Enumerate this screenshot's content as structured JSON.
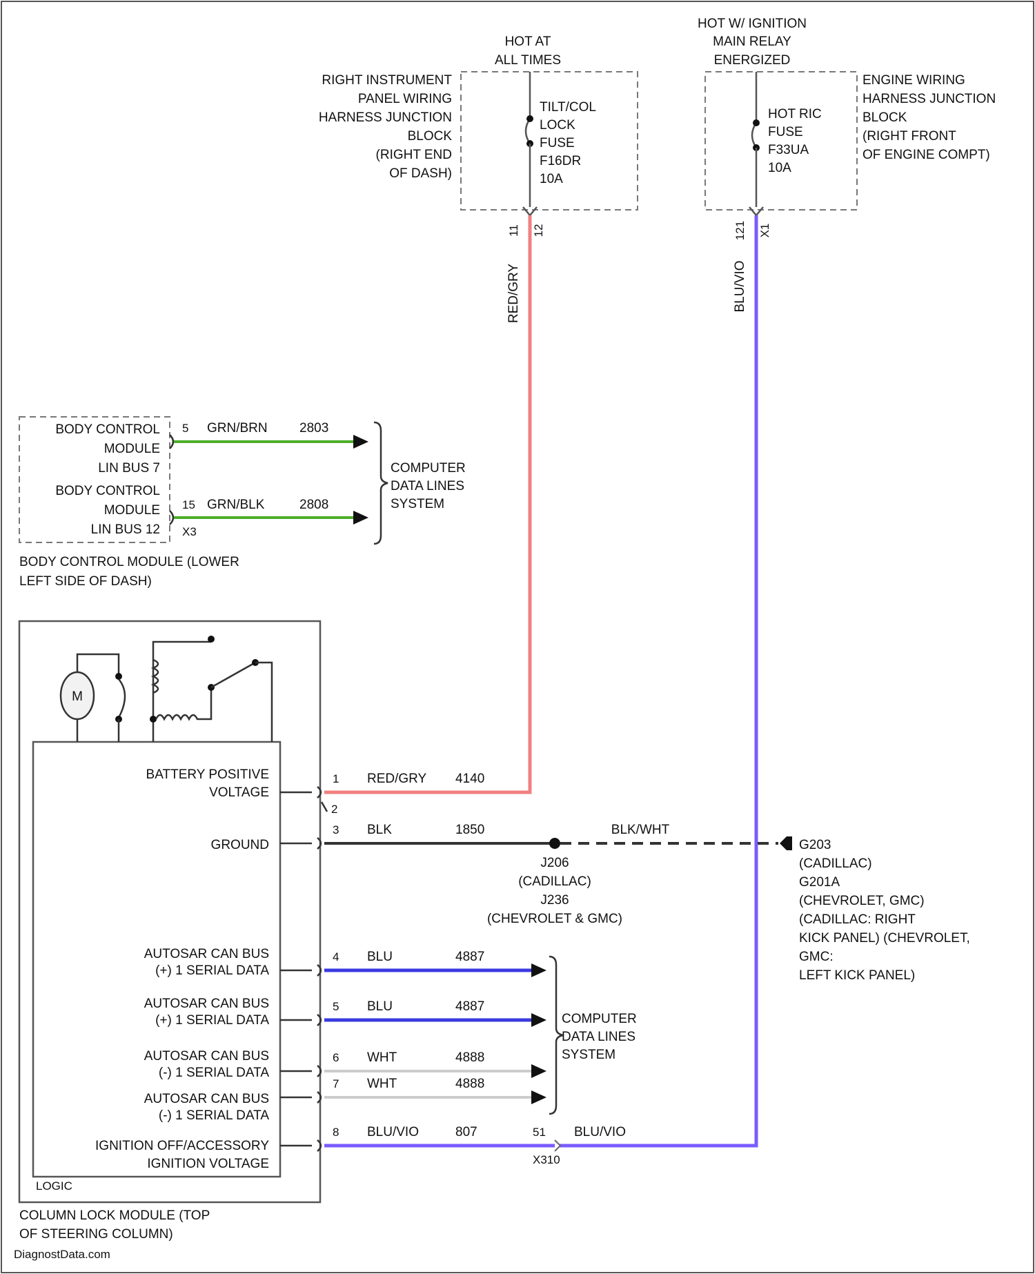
{
  "colors": {
    "red_wire": "#f08080",
    "purple_wire": "#7a5cff",
    "blue_wire": "#3a3ae0",
    "green_wire": "#4caf2a",
    "black_wire": "#333333",
    "white_wire": "#cccccc"
  },
  "fuse_tilt": {
    "header_lines": [
      "HOT AT",
      "ALL TIMES"
    ],
    "location_lines": [
      "RIGHT INSTRUMENT",
      "PANEL WIRING",
      "HARNESS JUNCTION",
      "BLOCK",
      "(RIGHT END",
      "OF DASH)"
    ],
    "fuse_lines": [
      "TILT/COL",
      "LOCK",
      "FUSE",
      "F16DR",
      "10A"
    ],
    "pin_left": "11",
    "pin_right": "12",
    "wire_label": "RED/GRY"
  },
  "fuse_hot": {
    "header_lines": [
      "HOT W/ IGNITION",
      "MAIN RELAY",
      "ENERGIZED"
    ],
    "location_lines": [
      "ENGINE WIRING",
      "HARNESS JUNCTION",
      "BLOCK",
      "(RIGHT FRONT",
      "OF ENGINE COMPT)"
    ],
    "fuse_lines": [
      "HOT RIC",
      "FUSE",
      "F33UA",
      "10A"
    ],
    "pin_left": "121",
    "pin_right": "X1",
    "wire_label": "BLU/VIO"
  },
  "bcm": {
    "box_lines_1": [
      "BODY CONTROL",
      "MODULE",
      "LIN BUS 7"
    ],
    "box_lines_2": [
      "BODY CONTROL",
      "MODULE",
      "LIN BUS 12"
    ],
    "wire1": {
      "pin": "5",
      "color": "GRN/BRN",
      "circuit": "2803"
    },
    "wire2": {
      "pin": "15",
      "color": "GRN/BLK",
      "circuit": "2808"
    },
    "connector": "X3",
    "location_lines": [
      "BODY CONTROL MODULE (LOWER",
      "LEFT SIDE OF DASH)"
    ],
    "system_lines": [
      "COMPUTER",
      "DATA LINES",
      "SYSTEM"
    ]
  },
  "module": {
    "logic_label": "LOGIC",
    "motor_label": "M",
    "location_lines": [
      "COLUMN LOCK MODULE (TOP",
      "OF STEERING COLUMN)"
    ],
    "pins": [
      {
        "name_lines": [
          "BATTERY POSITIVE",
          "VOLTAGE"
        ],
        "pin": "1",
        "color": "RED/GRY",
        "circuit": "4140"
      },
      {
        "name_lines": [],
        "pin": "2",
        "color": "",
        "circuit": ""
      },
      {
        "name_lines": [
          "GROUND"
        ],
        "pin": "3",
        "color": "BLK",
        "circuit": "1850"
      },
      {
        "name_lines": [
          "AUTOSAR CAN BUS",
          "(+) 1 SERIAL DATA"
        ],
        "pin": "4",
        "color": "BLU",
        "circuit": "4887"
      },
      {
        "name_lines": [
          "AUTOSAR CAN BUS",
          "(+) 1 SERIAL DATA"
        ],
        "pin": "5",
        "color": "BLU",
        "circuit": "4887"
      },
      {
        "name_lines": [
          "AUTOSAR CAN BUS",
          "(-) 1 SERIAL DATA"
        ],
        "pin": "6",
        "color": "WHT",
        "circuit": "4888"
      },
      {
        "name_lines": [
          "AUTOSAR CAN BUS",
          "(-) 1 SERIAL DATA"
        ],
        "pin": "7",
        "color": "WHT",
        "circuit": "4888"
      },
      {
        "name_lines": [
          "IGNITION OFF/ACCESSORY",
          "IGNITION VOLTAGE"
        ],
        "pin": "8",
        "color": "BLU/VIO",
        "circuit": "807"
      }
    ]
  },
  "ground": {
    "wire_label": "BLK/WHT",
    "splice_lines": [
      "J206",
      "(CADILLAC)",
      "J236",
      "(CHEVROLET & GMC)"
    ],
    "ground_lines": [
      "G203",
      "(CADILLAC)",
      "G201A",
      "(CHEVROLET, GMC)",
      "(CADILLAC: RIGHT",
      "KICK PANEL) (CHEVROLET,",
      "GMC:",
      "LEFT KICK PANEL)"
    ]
  },
  "can_system_lines": [
    "COMPUTER",
    "DATA LINES",
    "SYSTEM"
  ],
  "x310": {
    "pin": "51",
    "color": "BLU/VIO",
    "connector": "X310"
  },
  "watermark": "DiagnostData.com"
}
